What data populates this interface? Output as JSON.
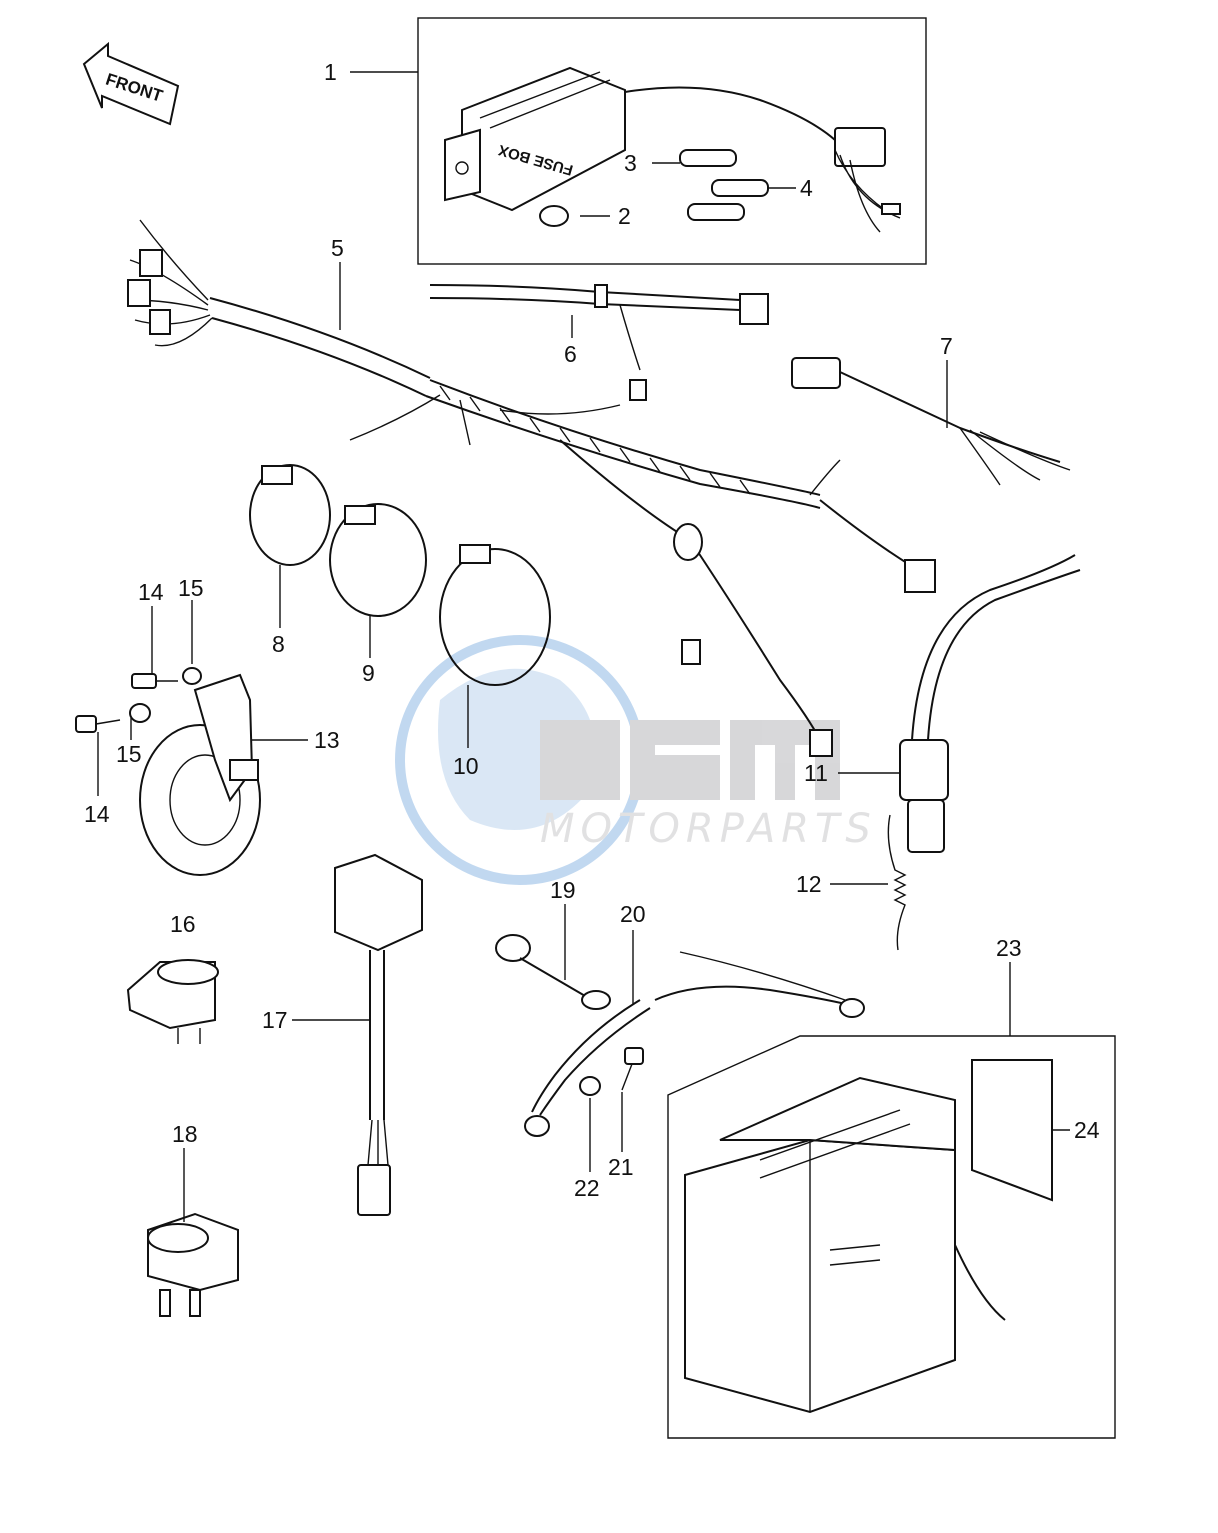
{
  "front_arrow": {
    "label": "FRONT"
  },
  "fuse_box_text": "FUSE BOX",
  "callouts": [
    {
      "id": "1",
      "label": "1"
    },
    {
      "id": "2",
      "label": "2"
    },
    {
      "id": "3",
      "label": "3"
    },
    {
      "id": "4",
      "label": "4"
    },
    {
      "id": "5",
      "label": "5"
    },
    {
      "id": "6",
      "label": "6"
    },
    {
      "id": "7",
      "label": "7"
    },
    {
      "id": "8",
      "label": "8"
    },
    {
      "id": "9",
      "label": "9"
    },
    {
      "id": "10",
      "label": "10"
    },
    {
      "id": "11",
      "label": "11"
    },
    {
      "id": "12",
      "label": "12"
    },
    {
      "id": "13",
      "label": "13"
    },
    {
      "id": "14a",
      "label": "14"
    },
    {
      "id": "14b",
      "label": "14"
    },
    {
      "id": "15a",
      "label": "15"
    },
    {
      "id": "15b",
      "label": "15"
    },
    {
      "id": "16",
      "label": "16"
    },
    {
      "id": "17",
      "label": "17"
    },
    {
      "id": "18",
      "label": "18"
    },
    {
      "id": "19",
      "label": "19"
    },
    {
      "id": "20",
      "label": "20"
    },
    {
      "id": "21",
      "label": "21"
    },
    {
      "id": "22",
      "label": "22"
    },
    {
      "id": "23",
      "label": "23"
    },
    {
      "id": "24",
      "label": "24"
    }
  ],
  "watermark": {
    "text": "MOTORPARTS",
    "color": "#c9c9cb",
    "accent": "#8fb9e4"
  }
}
